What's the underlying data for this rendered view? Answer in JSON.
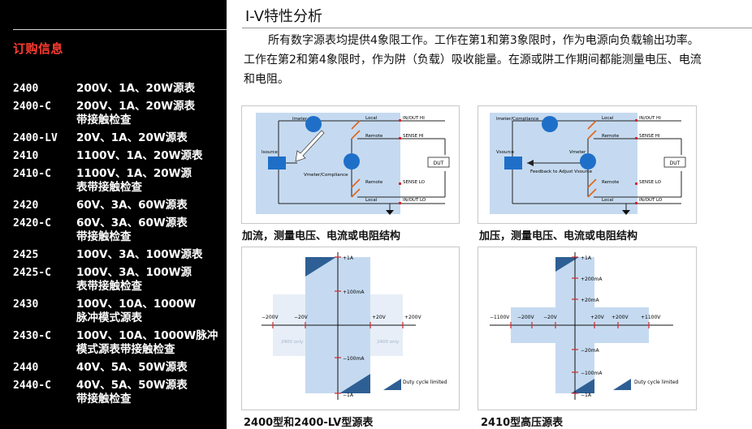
{
  "sidebar": {
    "heading": "订购信息",
    "orders": [
      {
        "model": "2400",
        "desc": "200V、1A、20W源表"
      },
      {
        "model": "2400-C",
        "desc": "200V、1A、20W源表\n带接触检查"
      },
      {
        "model": "2400-LV",
        "desc": "20V、1A、20W源表"
      },
      {
        "model": "2410",
        "desc": "1100V、1A、20W源表"
      },
      {
        "model": "2410-C",
        "desc": "1100V、1A、20W源\n表带接触检查"
      },
      {
        "model": "2420",
        "desc": "60V、3A、60W源表"
      },
      {
        "model": "2420-C",
        "desc": "60V、3A、60W源表\n带接触检查"
      },
      {
        "model": "2425",
        "desc": "100V、3A、100W源表"
      },
      {
        "model": "2425-C",
        "desc": "100V、3A、100W源\n表带接触检查"
      },
      {
        "model": "2430",
        "desc": "100V、10A、1000W\n脉冲模式源表"
      },
      {
        "model": "2430-C",
        "desc": "100V、10A、1000W脉冲\n模式源表带接触检查"
      },
      {
        "model": "2440",
        "desc": "40V、5A、50W源表"
      },
      {
        "model": "2440-C",
        "desc": "40V、5A、50W源表\n带接触检查"
      }
    ]
  },
  "main": {
    "title": "I-V特性分析",
    "intro": "所有数字源表均提供4象限工作。工作在第1和第3象限时，作为电源向负载输出功率。工作在第2和第4象限时，作为阱（负载）吸收能量。在源或阱工作期间都能测量电压、电流和电阻。"
  },
  "circuit_left": {
    "caption": "加流，测量电压、电流或电阻结构",
    "labels": {
      "imeter": "Imeter",
      "isource": "Isource",
      "vmeter": "Vmeter/Compliance",
      "local_top": "Local",
      "remote_top": "Remote",
      "remote_bot": "Remote",
      "local_bot": "Local",
      "inout_hi": "IN/OUT HI",
      "sense_hi": "SENSE HI",
      "sense_lo": "SENSE LO",
      "inout_lo": "IN/OUT LO",
      "dut": "DUT"
    }
  },
  "circuit_right": {
    "caption": "加压，测量电压、电流或电阻结构",
    "labels": {
      "imeter": "Imeter/Compliance",
      "vsource": "Vsource",
      "vmeter": "Vmeter",
      "feedback": "Feedback to Adjust Vsource",
      "local_top": "Local",
      "remote_top": "Remote",
      "remote_bot": "Remote",
      "local_bot": "Local",
      "inout_hi": "IN/OUT HI",
      "sense_hi": "SENSE HI",
      "sense_lo": "SENSE LO",
      "inout_lo": "IN/OUT LO",
      "dut": "DUT"
    }
  },
  "quad_left": {
    "caption": "2400型和2400-LV型源表",
    "y_labels": [
      "+1A",
      "+100mA",
      "−100mA",
      "−1A"
    ],
    "x_labels": [
      "−200V",
      "−20V",
      "+20V",
      "+200V"
    ],
    "note_left": "2400 only",
    "note_right": "2400 only",
    "duty": "Duty cycle limited"
  },
  "quad_right": {
    "caption": "2410型高压源表",
    "y_labels": [
      "+1A",
      "+200mA",
      "+20mA",
      "−20mA",
      "−100mA",
      "−1A"
    ],
    "x_labels": [
      "−1100V",
      "−200V",
      "−20V",
      "+20V",
      "+200V",
      "+1100V"
    ],
    "duty": "Duty cycle limited"
  },
  "colors": {
    "accent_red": "#ff3b30",
    "diagram_fill": "#c5daf0",
    "meter_blue": "#1f6fc9",
    "dark_blue": "#2e5f94",
    "tick_red": "#d9262c"
  }
}
